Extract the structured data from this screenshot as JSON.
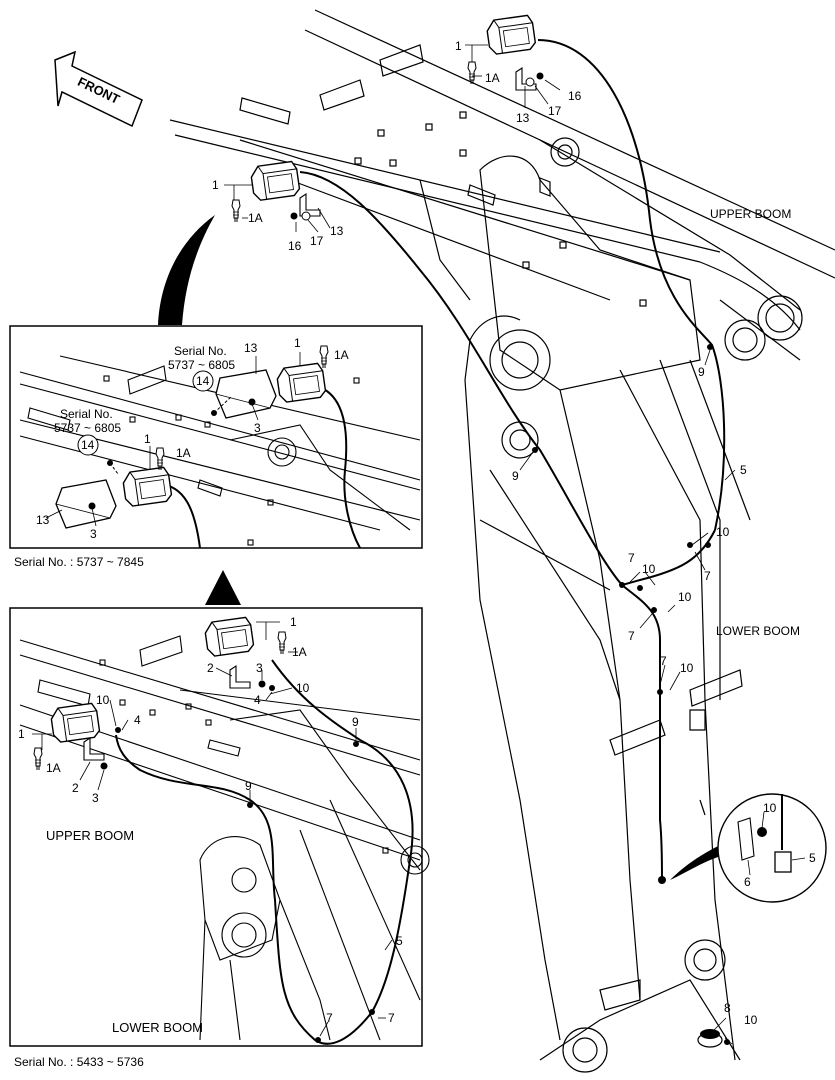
{
  "front_label": "FRONT",
  "section_labels": {
    "upper_boom_main": "UPPER BOOM",
    "lower_boom_main": "LOWER BOOM",
    "upper_boom_inset": "UPPER BOOM",
    "lower_boom_inset": "LOWER BOOM"
  },
  "serial_captions": {
    "top_inset": "Serial No. : 5737 ~ 7845",
    "bottom_inset": "Serial No. : 5433 ~ 5736",
    "callout_a_line1": "Serial No.",
    "callout_a_line2": "5737 ~ 6805",
    "callout_b_line1": "Serial No.",
    "callout_b_line2": "5737 ~ 6805"
  },
  "part_numbers": {
    "p1": "1",
    "p1a": "1A",
    "p2": "2",
    "p3": "3",
    "p4": "4",
    "p5": "5",
    "p6": "6",
    "p7": "7",
    "p8": "8",
    "p9": "9",
    "p10": "10",
    "p13": "13",
    "p14": "14",
    "p16": "16",
    "p17": "17"
  },
  "colors": {
    "line": "#000000",
    "background": "#ffffff"
  }
}
